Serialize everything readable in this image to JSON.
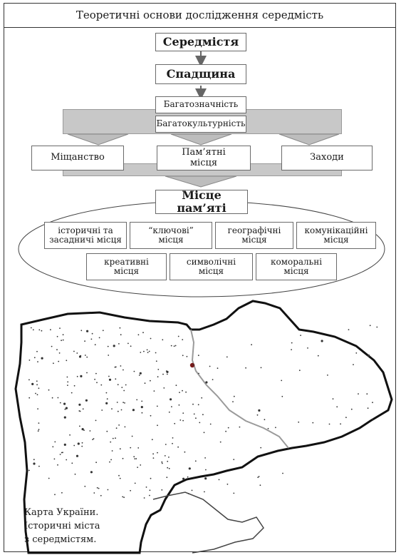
{
  "title": "Теоретичні основи дослідження середмість",
  "flow": {
    "level1": "Середмістя",
    "level2": "Спадщина",
    "level3a": "Багатозначність",
    "level3b": "Багатокультурність",
    "left": "Міщанство",
    "center": "Пам’ятні місця",
    "right": "Заходи",
    "level4": "Місце пам’яті"
  },
  "places": {
    "historic": "історичні та засадничі місця",
    "key": "“ключові” місця",
    "geographic": "географічні місця",
    "communicative": "комунікаційні місця",
    "creative": "креативні місця",
    "symbolic": "символічні місця",
    "commemorative": "коморальні місця"
  },
  "map": {
    "caption_line1": "Карта України.",
    "caption_line2": "Історичні міста",
    "caption_line3": "з середмістям."
  },
  "colors": {
    "band": "#c8c8c8",
    "arrow": "#666666",
    "border": "#222222",
    "river": "#999999",
    "capital": "#7a1a1a"
  }
}
